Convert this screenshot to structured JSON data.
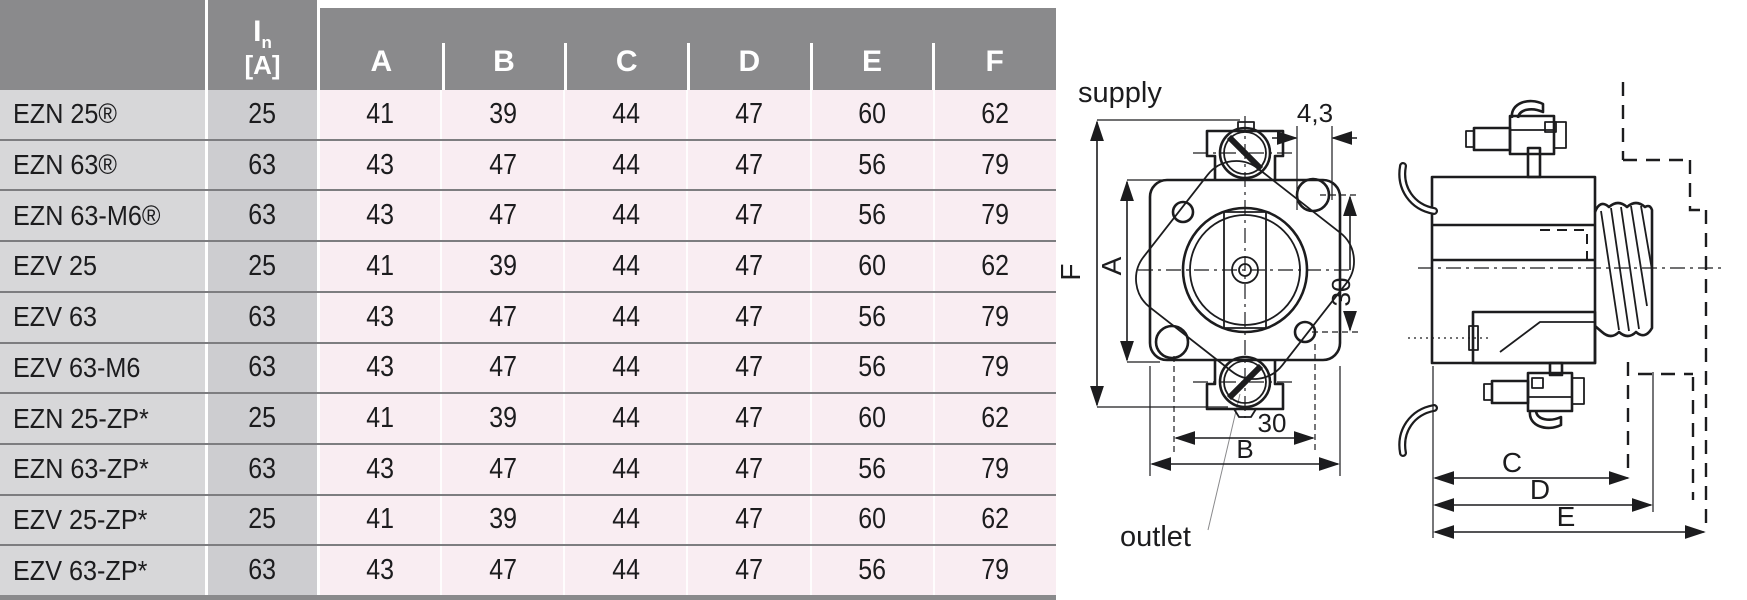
{
  "colors": {
    "header-gray": "#8a8a8c",
    "name-gray": "#d7d7d9",
    "in-gray": "#cdcdd0",
    "pink": "#f9edf2",
    "line-gray": "#7d7d80",
    "ink": "#1c1c1e"
  },
  "table": {
    "header": {
      "in_symbol": "I",
      "in_sub": "n",
      "in_unit": "[A]",
      "columns": [
        "A",
        "B",
        "C",
        "D",
        "E",
        "F"
      ]
    },
    "rows": [
      {
        "name": "EZN 25®",
        "in": "25",
        "a": "41",
        "b": "39",
        "c": "44",
        "d": "47",
        "e": "60",
        "f": "62"
      },
      {
        "name": "EZN 63®",
        "in": "63",
        "a": "43",
        "b": "47",
        "c": "44",
        "d": "47",
        "e": "56",
        "f": "79"
      },
      {
        "name": "EZN 63-M6®",
        "in": "63",
        "a": "43",
        "b": "47",
        "c": "44",
        "d": "47",
        "e": "56",
        "f": "79"
      },
      {
        "name": "EZV 25",
        "in": "25",
        "a": "41",
        "b": "39",
        "c": "44",
        "d": "47",
        "e": "60",
        "f": "62"
      },
      {
        "name": "EZV 63",
        "in": "63",
        "a": "43",
        "b": "47",
        "c": "44",
        "d": "47",
        "e": "56",
        "f": "79"
      },
      {
        "name": "EZV 63-M6",
        "in": "63",
        "a": "43",
        "b": "47",
        "c": "44",
        "d": "47",
        "e": "56",
        "f": "79"
      },
      {
        "name": "EZN 25-ZP*",
        "in": "25",
        "a": "41",
        "b": "39",
        "c": "44",
        "d": "47",
        "e": "60",
        "f": "62"
      },
      {
        "name": "EZN 63-ZP*",
        "in": "63",
        "a": "43",
        "b": "47",
        "c": "44",
        "d": "47",
        "e": "56",
        "f": "79"
      },
      {
        "name": "EZV 25-ZP*",
        "in": "25",
        "a": "41",
        "b": "39",
        "c": "44",
        "d": "47",
        "e": "60",
        "f": "62"
      },
      {
        "name": "EZV 63-ZP*",
        "in": "63",
        "a": "43",
        "b": "47",
        "c": "44",
        "d": "47",
        "e": "56",
        "f": "79"
      }
    ]
  },
  "drawings": {
    "front": {
      "supply": "supply",
      "outlet": "outlet",
      "dim_43": "4,3",
      "dim_f": "F",
      "dim_a": "A",
      "dim_b": "B",
      "dim_30_right": "30",
      "dim_30_bottom": "30"
    },
    "side": {
      "dim_c": "C",
      "dim_d": "D",
      "dim_e": "E"
    }
  }
}
